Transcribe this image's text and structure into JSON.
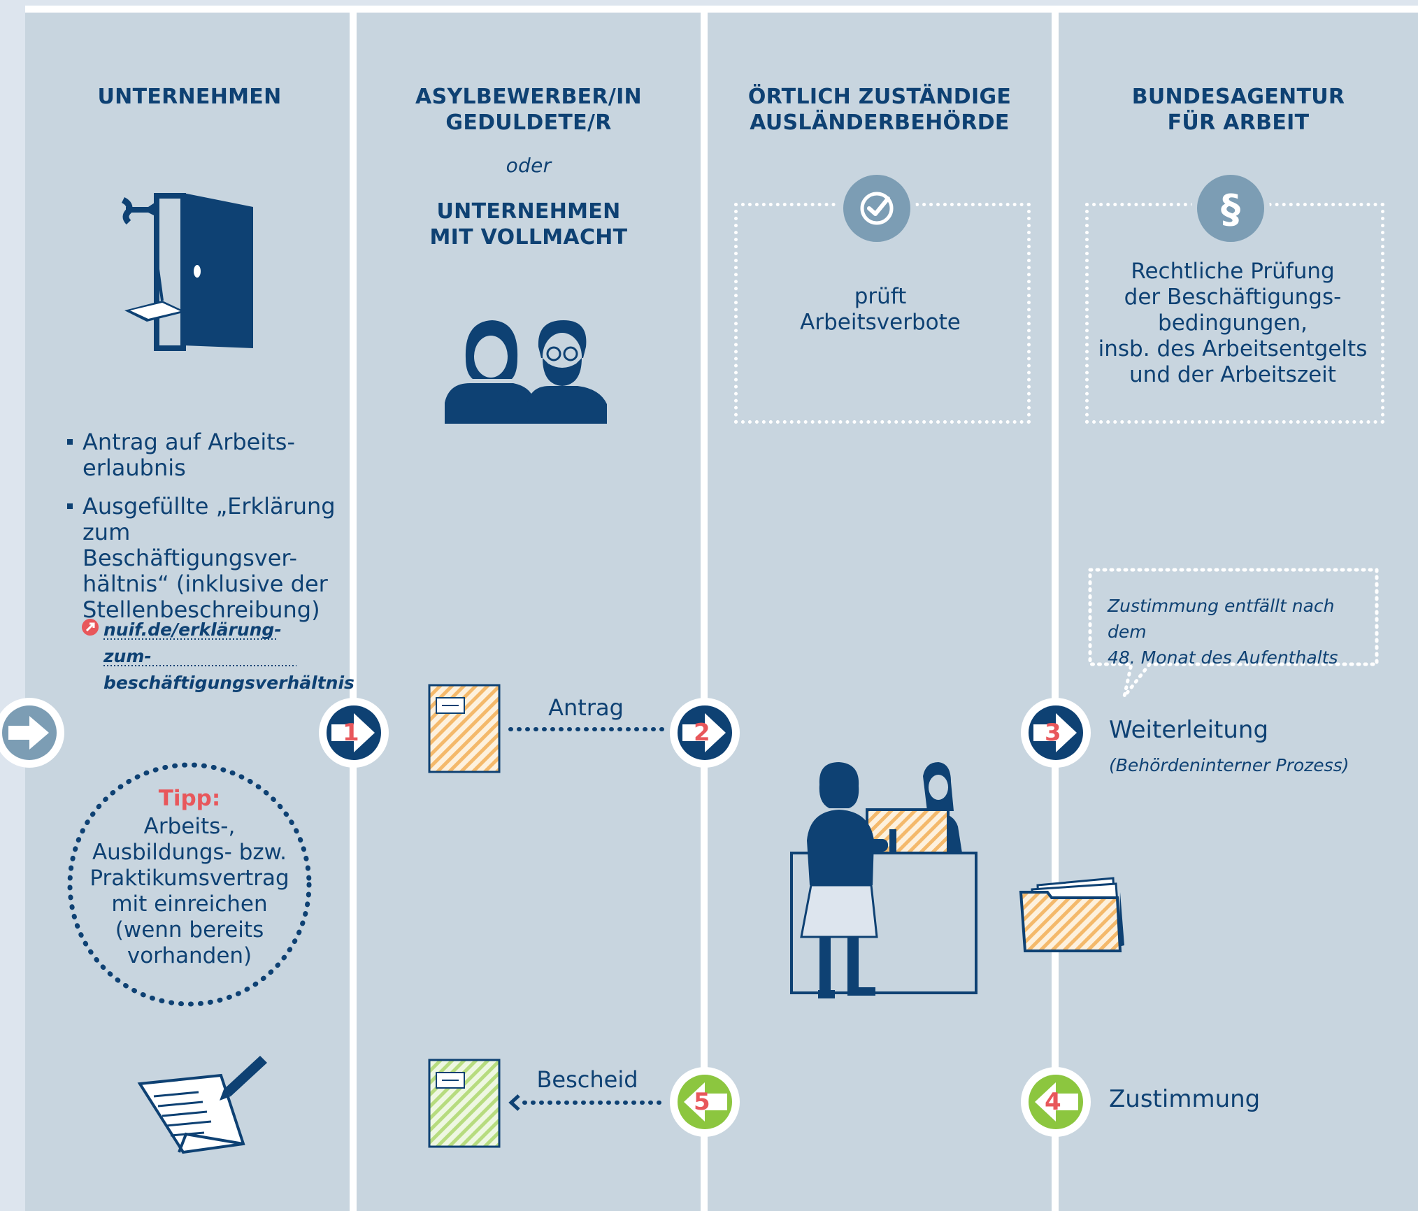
{
  "lanes": {
    "company": {
      "title": "UNTERNEHMEN"
    },
    "applicant": {
      "title": "ASYLBEWERBER/IN\nGEDULDETE/R",
      "or": "oder",
      "title2": "UNTERNEHMEN\nMIT VOLLMACHT"
    },
    "authority": {
      "title": "ÖRTLICH ZUSTÄNDIGE\nAUSLÄNDERBEHÖRDE",
      "task": "prüft\nArbeitsverbote"
    },
    "agency": {
      "title": "BUNDESAGENTUR\nFÜR ARBEIT",
      "task": "Rechtliche Prüfung\nder Beschäftigungs-\nbedingungen,\ninsb. des Arbeitsentgelts\nund der Arbeitszeit",
      "note": "Zustimmung entfällt nach dem\n48. Monat des Aufenthalts"
    }
  },
  "documents": [
    "Antrag auf Arbeits-\nerlaubnis",
    "Ausgefüllte „Erklärung\nzum Beschäftigungsver-\nhältnis“ (inklusive der\nStellenbeschreibung)"
  ],
  "link": "nuif.de/erklärung-zum-\nbeschäftigungsverhältnis",
  "tip": {
    "label": "Tipp:",
    "text": "Arbeits-,\nAusbildungs- bzw.\nPraktikumsvertrag\nmit einreichen\n(wenn bereits\nvorhanden)"
  },
  "steps": [
    {
      "number": "1"
    },
    {
      "number": "2",
      "label": "Antrag"
    },
    {
      "number": "3",
      "label": "Weiterleitung",
      "sublabel": "(Behördeninterner Prozess)"
    },
    {
      "number": "4",
      "label": "Zustimmung"
    },
    {
      "number": "5",
      "label": "Bescheid"
    }
  ],
  "colors": {
    "navy": "#0e4173",
    "lane": "#c8d5df",
    "background": "#dde5ee",
    "accent_red": "#e8575b",
    "green": "#8cc63f",
    "steel": "#7c9db4",
    "hatch_orange": "#f4b96b",
    "hatch_green": "#b7dc7f"
  },
  "icons": [
    "tools-door-icon",
    "couple-icon",
    "check-badge-icon",
    "paragraph-badge-icon",
    "document-icon",
    "office-counter-icon",
    "folder-icon",
    "signature-icon",
    "link-icon"
  ]
}
